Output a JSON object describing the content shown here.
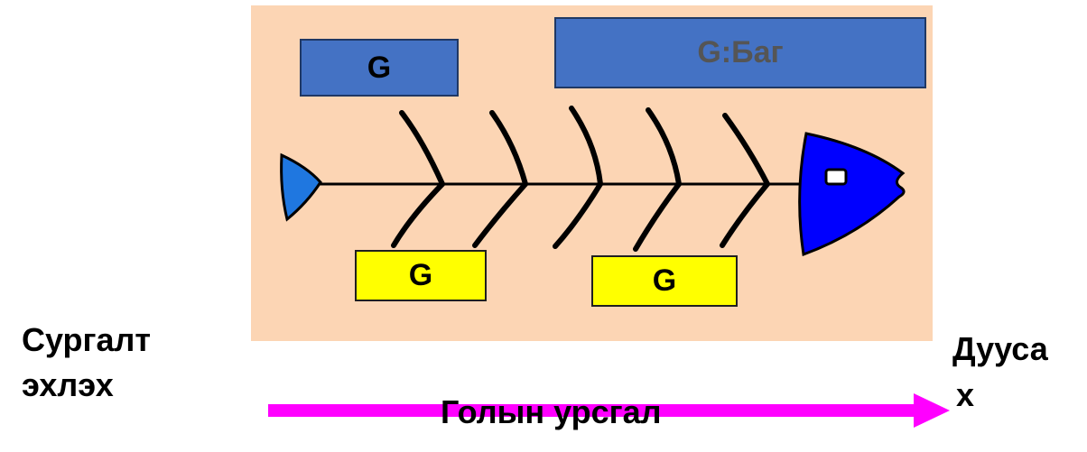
{
  "diagram": {
    "colors": {
      "panel": "#fcd5b4",
      "box_blue": "#4472c4",
      "box_yellow": "#ffff00",
      "fish_head": "#0000ff",
      "fish_tail": "#1f77e0",
      "arrow": "#ff00ff"
    },
    "boxes": {
      "top_left": "G",
      "top_right": "G:Баг",
      "bottom_left": "G",
      "bottom_right": "G"
    },
    "labels": {
      "start": "Сургалт\nэхлэх",
      "end_line1": "Дууса",
      "end_line2": "х",
      "axis": "Голын урсгал"
    }
  }
}
